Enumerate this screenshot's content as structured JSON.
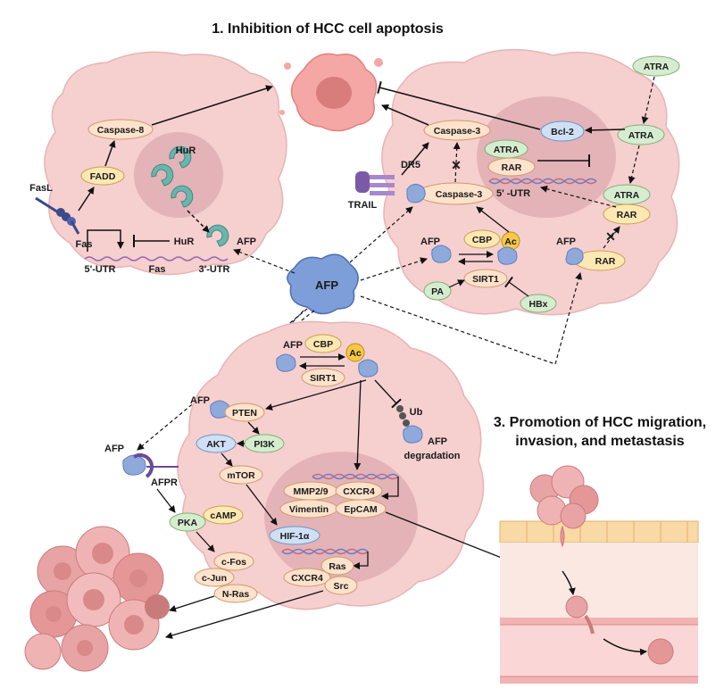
{
  "titles": {
    "section1": "1. Inhibition of HCC cell apoptosis",
    "section3_line1": "3. Promotion of HCC migration,",
    "section3_line2": "invasion, and metastasis"
  },
  "center": {
    "afp": "AFP"
  },
  "cell1": {
    "fasl": "FasL",
    "fas": "Fas",
    "fadd": "FADD",
    "caspase8": "Caspase-8",
    "hur_nucleus": "HuR",
    "hur_inhibitor": "HuR",
    "afp": "AFP",
    "utr5": "5'-UTR",
    "fas_mrna": "Fas",
    "utr3": "3'-UTR"
  },
  "cell2": {
    "atra_top": "ATRA",
    "atra_mid": "ATRA",
    "atra_low": "ATRA",
    "rar_low": "RAR",
    "rar_afp": "RAR",
    "afp_rar_label": "AFP",
    "bcl2": "Bcl-2",
    "atra_nuc": "ATRA",
    "rar_nuc": "RAR",
    "utr5": "5' -UTR",
    "caspase3_top": "Caspase-3",
    "caspase3": "Caspase-3",
    "dr5": "DR5",
    "trail": "TRAIL",
    "afp": "AFP",
    "cbp": "CBP",
    "ac": "Ac",
    "sirt1": "SIRT1",
    "pa": "PA",
    "hbx": "HBx"
  },
  "cell3": {
    "afp": "AFP",
    "cbp": "CBP",
    "ac": "Ac",
    "sirt1": "SIRT1",
    "ub": "Ub",
    "afp_deg": "AFP",
    "degradation": "degradation",
    "afp_pten": "AFP",
    "pten": "PTEN",
    "akt": "AKT",
    "pi3k": "PI3K",
    "mtor": "mTOR",
    "hif": "HIF-1α",
    "mmp": "MMP2/9",
    "cxcr4_a": "CXCR4",
    "vimentin": "Vimentin",
    "epcam": "EpCAM",
    "ras": "Ras",
    "cxcr4_b": "CXCR4",
    "src": "Src",
    "pka": "PKA",
    "camp": "cAMP",
    "cfos": "c-Fos",
    "cjun": "c-Jun",
    "nras": "N-Ras"
  },
  "receptor": {
    "afp": "AFP",
    "afpr": "AFPR"
  }
}
